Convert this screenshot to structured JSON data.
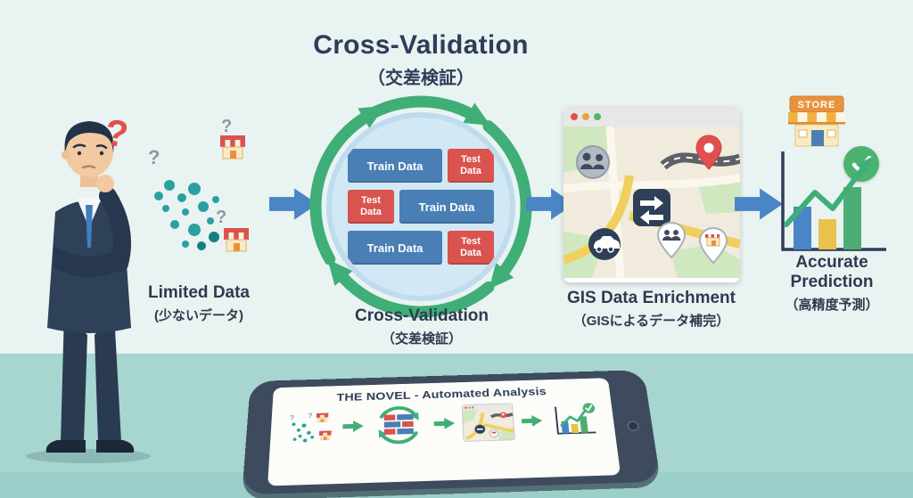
{
  "title": {
    "main": "Cross-Validation",
    "sub": "（交差検証）"
  },
  "glyphs": {
    "question": "?",
    "check": "✓"
  },
  "stage_limited": {
    "label": "Limited Data",
    "sub": "(少ないデータ)"
  },
  "stage_cv": {
    "label": "Cross-Validation",
    "sub": "（交差検証）"
  },
  "stage_gis": {
    "label": "GIS Data Enrichment",
    "sub": "（GISによるデータ補完）"
  },
  "stage_pred": {
    "label": "Accurate Prediction",
    "sub": "（高精度予測）",
    "store_sign": "STORE"
  },
  "cv": {
    "rows": [
      {
        "cells": [
          {
            "type": "train",
            "text": "Train Data"
          },
          {
            "type": "test",
            "text": "Test Data"
          }
        ]
      },
      {
        "cells": [
          {
            "type": "test",
            "text": "Test Data"
          },
          {
            "type": "train",
            "text": "Train Data"
          }
        ]
      },
      {
        "cells": [
          {
            "type": "train",
            "text": "Train Data"
          },
          {
            "type": "test",
            "text": "Test Data"
          }
        ]
      }
    ]
  },
  "tablet": {
    "title": "THE NOVEL - Automated Analysis"
  },
  "colors": {
    "train_blue": "#4a7fb5",
    "test_red": "#d9534f",
    "flow_arrow_blue": "#4a86c5",
    "cycle_green": "#3fae77",
    "background": "#e9f3f2",
    "floor_teal": "#a7d5d0",
    "heading_navy": "#2e3d59",
    "store_orange": "#e8923d",
    "check_green": "#4cb270"
  }
}
